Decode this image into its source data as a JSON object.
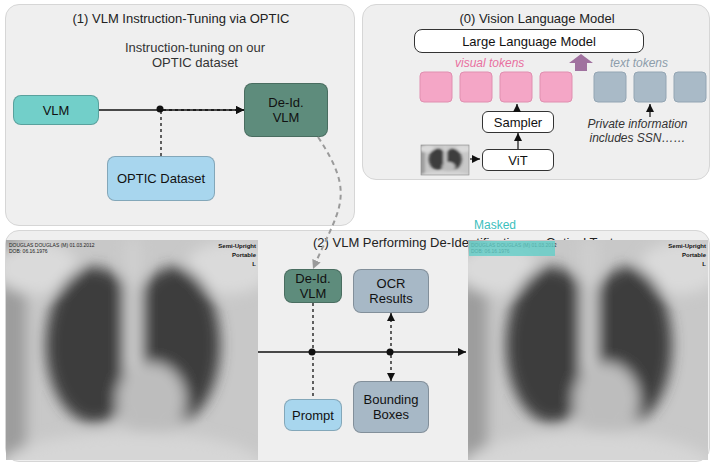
{
  "diagram": {
    "nodes": [
      {
        "text": [
          "(1) VLM Instruction-Tuning via OPTIC"
        ]
      },
      {
        "text": [
          "VLM"
        ],
        "in": 0
      },
      {
        "text": [
          "De-Id. VLM"
        ],
        "in": 0
      },
      {
        "text": [
          "OPTIC Dataset"
        ],
        "in": 0
      },
      {
        "text": [
          "(0) Vision Language Model"
        ]
      },
      {
        "text": [
          "Large Language Model"
        ],
        "in": 4
      },
      {
        "text": [
          "Sampler"
        ],
        "in": 4
      },
      {
        "text": [
          "ViT"
        ],
        "in": 4
      },
      {
        "text": [
          "(2) VLM Performing De-Identification on Optical Text"
        ]
      },
      {
        "text": [
          "De-Id. VLM"
        ],
        "in": 8
      },
      {
        "text": [
          "OCR Results"
        ],
        "in": 8
      },
      {
        "text": [
          "Prompt"
        ],
        "in": 8
      },
      {
        "text": [
          "Bounding Boxes"
        ],
        "in": 8
      }
    ],
    "edges": [
      {
        "from": 1,
        "to": 2,
        "arrow": "to"
      },
      {
        "from": 3,
        "to": 2,
        "arrow": "to"
      },
      {
        "from": 2,
        "to": 9,
        "arrow": "to"
      },
      {
        "from": 7,
        "to": 6,
        "arrow": "to"
      },
      {
        "from": 9,
        "to": 11,
        "arrow": "none"
      },
      {
        "from": 10,
        "to": 12,
        "arrow": "both"
      }
    ],
    "labels": [
      "Instruction-tuning on our OPTIC dataset",
      "visual tokens",
      "text tokens",
      "Private information includes SSN……",
      "Masked",
      "DOUGLAS DOUGLAS (M) 01.03.2012",
      "DOB: 06.16.1976",
      "Semi-Upright",
      "Portable",
      "L",
      "DOUGLAS DOUGLAS (M) 01.03.2012",
      "DOB: 06.16.1976",
      "Semi-Upright",
      "Portable",
      "L"
    ]
  }
}
